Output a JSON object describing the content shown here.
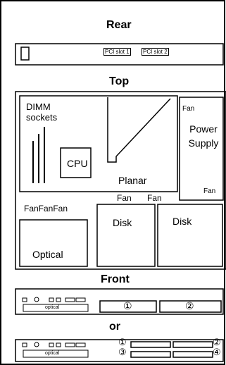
{
  "views": {
    "rear": "Rear",
    "top": "Top",
    "front": "Front",
    "or": "or"
  },
  "rear": {
    "slot1": "PCI slot 1",
    "slot2": "PCI slot 2"
  },
  "top": {
    "dimm": "DIMM sockets",
    "cpu": "CPU",
    "planar": "Planar",
    "fan_ps_top": "Fan",
    "power_supply": "Power Supply",
    "fan_ps_bottom": "Fan",
    "fan_a": "Fan",
    "fan_b": "Fan",
    "fan_row": "FanFanFan",
    "disk_left": "Disk",
    "disk_right": "Disk",
    "optical": "Optical"
  },
  "front1": {
    "optical": "optical",
    "bay1": "①",
    "bay2": "②"
  },
  "front2": {
    "optical": "optical",
    "bay1": "①",
    "bay2": "②",
    "bay3": "③",
    "bay4": "④"
  }
}
